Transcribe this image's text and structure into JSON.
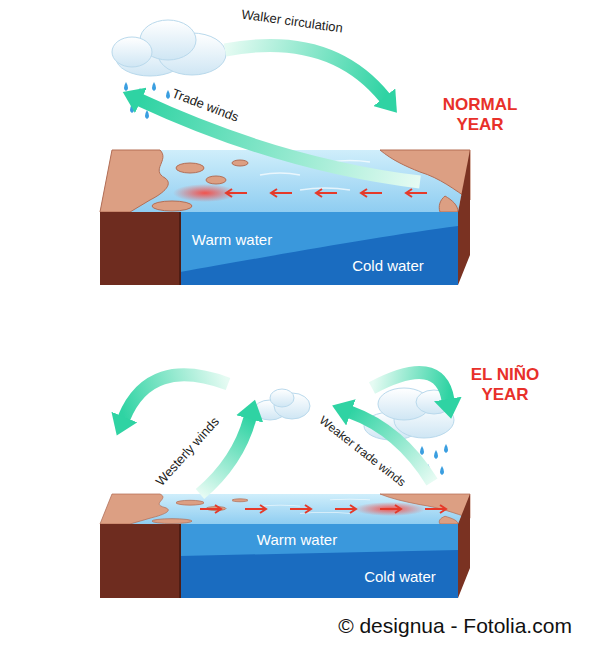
{
  "diagram": {
    "labels": [
      "Walker circulation",
      "NORMAL YEAR",
      "Trade winds",
      "Warm water",
      "Cold water",
      "EL NIÑO YEAR",
      "Westerly winds",
      "Weaker trade winds",
      "Warm water",
      "Cold water",
      "© designua - Fotolia.com"
    ]
  }
}
